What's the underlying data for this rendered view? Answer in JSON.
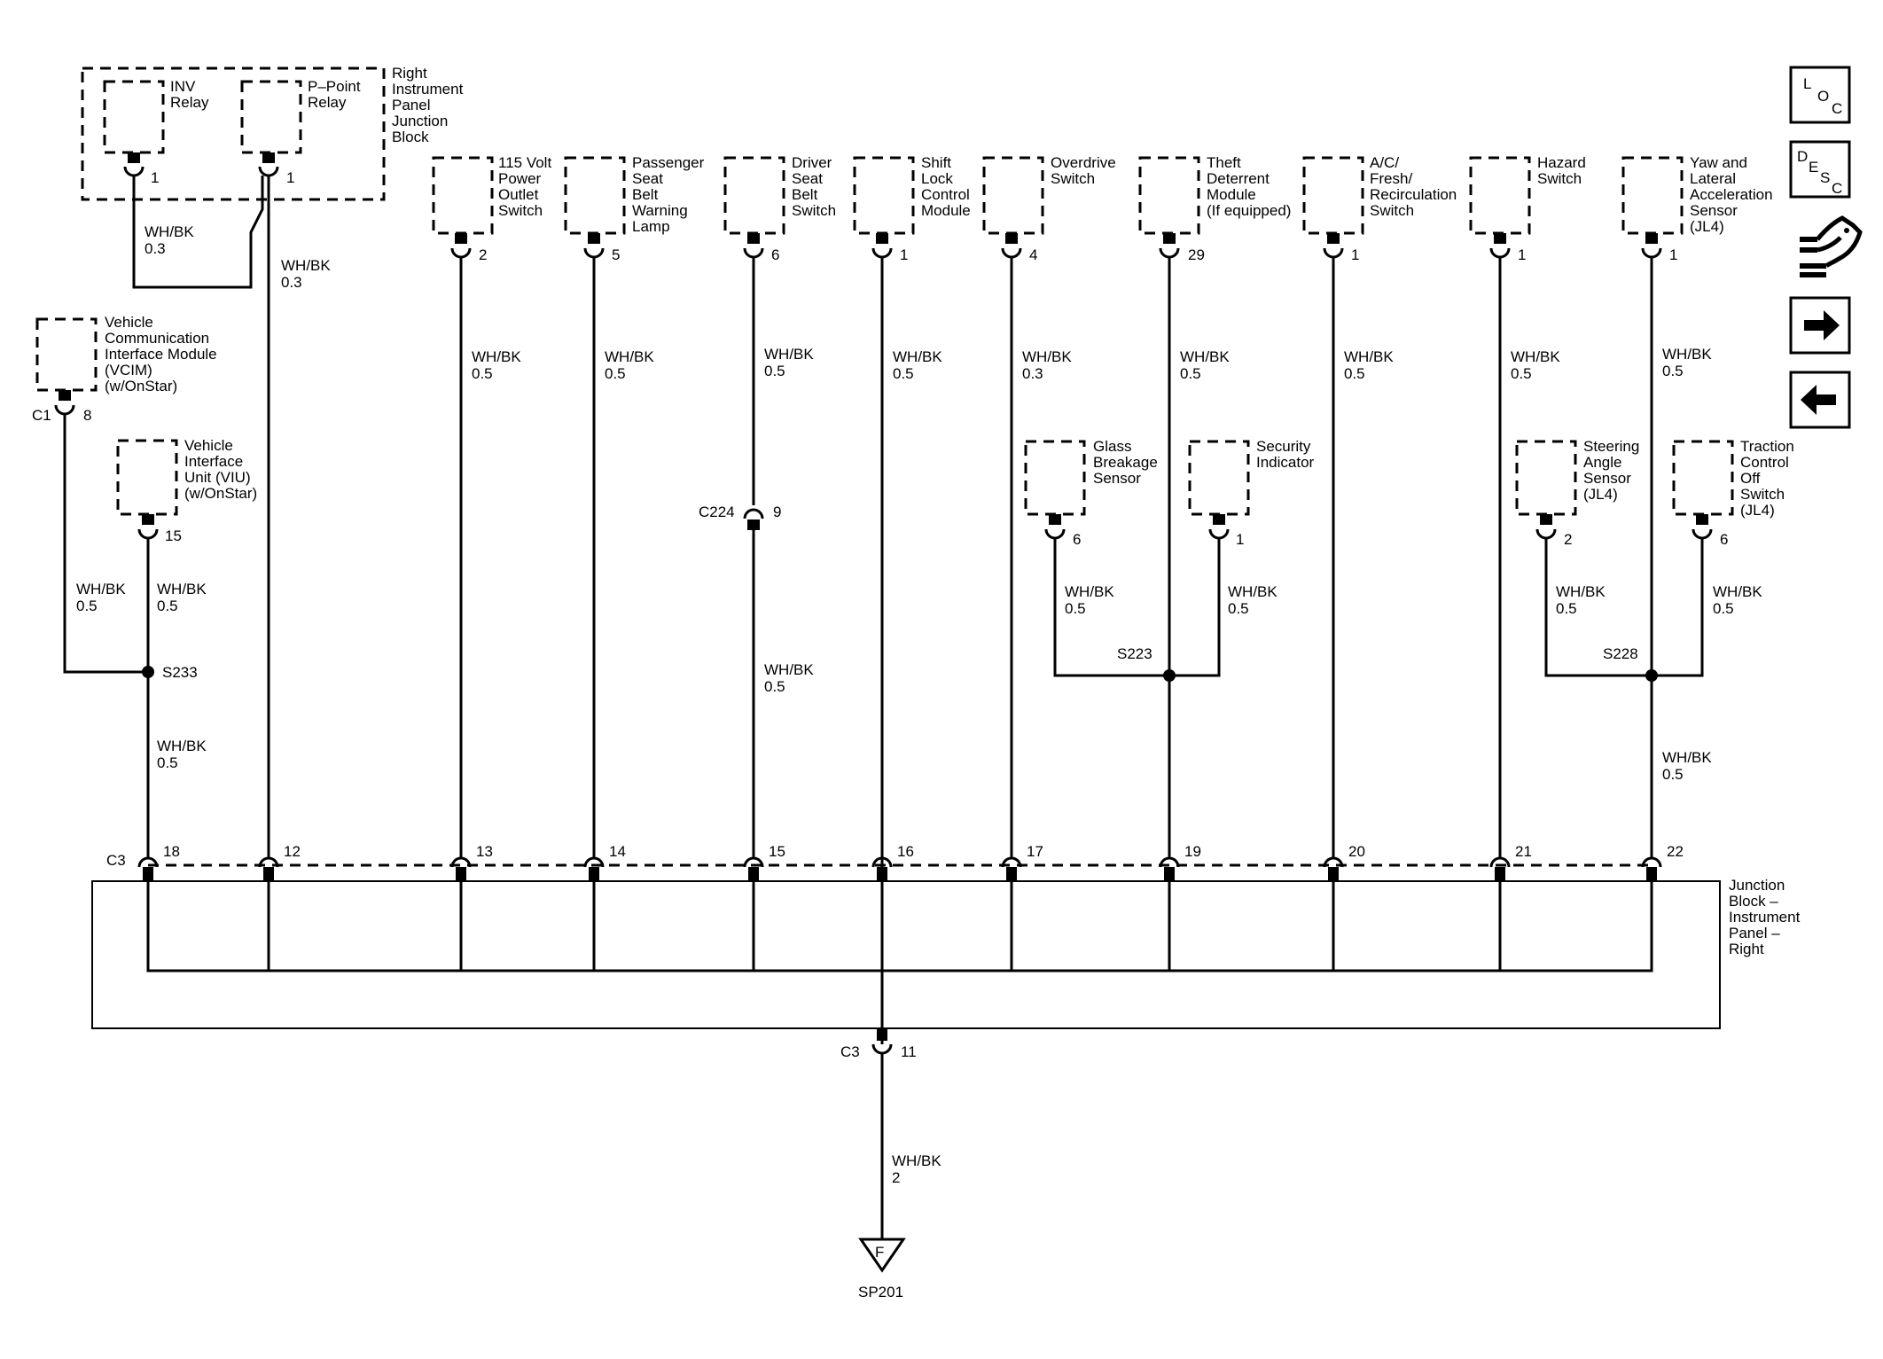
{
  "components": [
    {
      "id": "inv",
      "lines": [
        "INV",
        "Relay"
      ],
      "pin": "1"
    },
    {
      "id": "ppoint",
      "lines": [
        "P–Point",
        "Relay"
      ],
      "pin": "1"
    },
    {
      "id": "outlet",
      "lines": [
        "115 Volt",
        "Power",
        "Outlet",
        "Switch"
      ],
      "pin": "2"
    },
    {
      "id": "passbelt",
      "lines": [
        "Passenger",
        "Seat",
        "Belt",
        "Warning",
        "Lamp"
      ],
      "pin": "5"
    },
    {
      "id": "drvbelt",
      "lines": [
        "Driver",
        "Seat",
        "Belt",
        "Switch"
      ],
      "pin": "6"
    },
    {
      "id": "shiftlock",
      "lines": [
        "Shift",
        "Lock",
        "Control",
        "Module"
      ],
      "pin": "1"
    },
    {
      "id": "overdrive",
      "lines": [
        "Overdrive",
        "Switch"
      ],
      "pin": "4"
    },
    {
      "id": "theft",
      "lines": [
        "Theft",
        "Deterrent",
        "Module",
        "(If equipped)"
      ],
      "pin": "29"
    },
    {
      "id": "ac",
      "lines": [
        "A/C/",
        "Fresh/",
        "Recirculation",
        "Switch"
      ],
      "pin": "1"
    },
    {
      "id": "hazard",
      "lines": [
        "Hazard",
        "Switch"
      ],
      "pin": "1"
    },
    {
      "id": "yaw",
      "lines": [
        "Yaw and",
        "Lateral",
        "Acceleration",
        "Sensor",
        "(JL4)"
      ],
      "pin": "1"
    },
    {
      "id": "vcim",
      "lines": [
        "Vehicle",
        "Communication",
        "Interface Module",
        "(VCIM)",
        "(w/OnStar)"
      ],
      "pin": "8",
      "conn": "C1"
    },
    {
      "id": "viu",
      "lines": [
        "Vehicle",
        "Interface",
        "Unit (VIU)",
        "(w/OnStar)"
      ],
      "pin": "15"
    },
    {
      "id": "glass",
      "lines": [
        "Glass",
        "Breakage",
        "Sensor"
      ],
      "pin": "6"
    },
    {
      "id": "secind",
      "lines": [
        "Security",
        "Indicator"
      ],
      "pin": "1"
    },
    {
      "id": "steer",
      "lines": [
        "Steering",
        "Angle",
        "Sensor",
        "(JL4)"
      ],
      "pin": "2"
    },
    {
      "id": "traction",
      "lines": [
        "Traction",
        "Control",
        "Off",
        "Switch",
        "(JL4)"
      ],
      "pin": "6"
    }
  ],
  "rip_block": [
    "Right",
    "Instrument",
    "Panel",
    "Junction",
    "Block"
  ],
  "junction_block": [
    "Junction",
    "Block –",
    "Instrument",
    "Panel –",
    "Right"
  ],
  "wires": [
    {
      "id": "inv",
      "color": "WH/BK",
      "size": "0.3"
    },
    {
      "id": "ppoint",
      "color": "WH/BK",
      "size": "0.3"
    },
    {
      "id": "outlet",
      "color": "WH/BK",
      "size": "0.5"
    },
    {
      "id": "passbelt",
      "color": "WH/BK",
      "size": "0.5"
    },
    {
      "id": "drvbelt_top",
      "color": "WH/BK",
      "size": "0.5"
    },
    {
      "id": "drvbelt_bot",
      "color": "WH/BK",
      "size": "0.5"
    },
    {
      "id": "shiftlock",
      "color": "WH/BK",
      "size": "0.5"
    },
    {
      "id": "overdrive",
      "color": "WH/BK",
      "size": "0.3"
    },
    {
      "id": "theft",
      "color": "WH/BK",
      "size": "0.5"
    },
    {
      "id": "ac",
      "color": "WH/BK",
      "size": "0.5"
    },
    {
      "id": "hazard",
      "color": "WH/BK",
      "size": "0.5"
    },
    {
      "id": "yaw",
      "color": "WH/BK",
      "size": "0.5"
    },
    {
      "id": "vcim",
      "color": "WH/BK",
      "size": "0.5"
    },
    {
      "id": "viu",
      "color": "WH/BK",
      "size": "0.5"
    },
    {
      "id": "s233_down",
      "color": "WH/BK",
      "size": "0.5"
    },
    {
      "id": "glass",
      "color": "WH/BK",
      "size": "0.5"
    },
    {
      "id": "secind",
      "color": "WH/BK",
      "size": "0.5"
    },
    {
      "id": "steer",
      "color": "WH/BK",
      "size": "0.5"
    },
    {
      "id": "traction",
      "color": "WH/BK",
      "size": "0.5"
    },
    {
      "id": "s228_down",
      "color": "WH/BK",
      "size": "0.5"
    },
    {
      "id": "ground",
      "color": "WH/BK",
      "size": "2"
    }
  ],
  "splices": {
    "s233": "S233",
    "s223": "S223",
    "s228": "S228"
  },
  "inline": {
    "c224": "C224",
    "c224_pin": "9"
  },
  "c3": {
    "label": "C3",
    "pins": [
      "18",
      "12",
      "13",
      "14",
      "15",
      "16",
      "17",
      "19",
      "20",
      "21",
      "22"
    ]
  },
  "c3_bottom": {
    "label": "C3",
    "pin": "11"
  },
  "ground": {
    "letter": "F",
    "label": "SP201"
  },
  "nav": {
    "loc": [
      "L",
      "O",
      "C"
    ],
    "desc": [
      "D",
      "E",
      "S",
      "C"
    ],
    "icons": [
      "wiring-harness-icon",
      "right-arrow-icon",
      "left-arrow-icon"
    ]
  }
}
